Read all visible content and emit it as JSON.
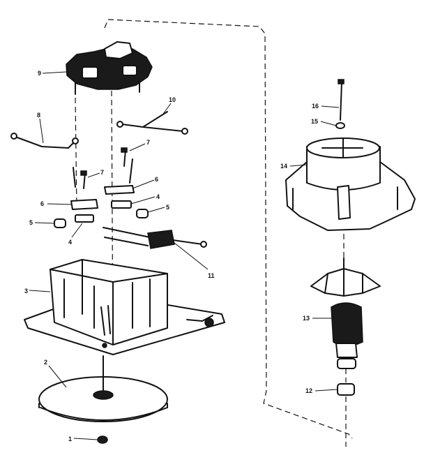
{
  "callouts": {
    "c1": "1",
    "c2": "2",
    "c3": "3",
    "c4a": "4",
    "c4b": "4",
    "c5a": "5",
    "c5b": "5",
    "c6a": "6",
    "c6b": "6",
    "c7a": "7",
    "c7b": "7",
    "c8": "8",
    "c9": "9",
    "c10": "10",
    "c11": "11",
    "c12": "12",
    "c13": "13",
    "c14": "14",
    "c15": "15",
    "c16": "16"
  }
}
